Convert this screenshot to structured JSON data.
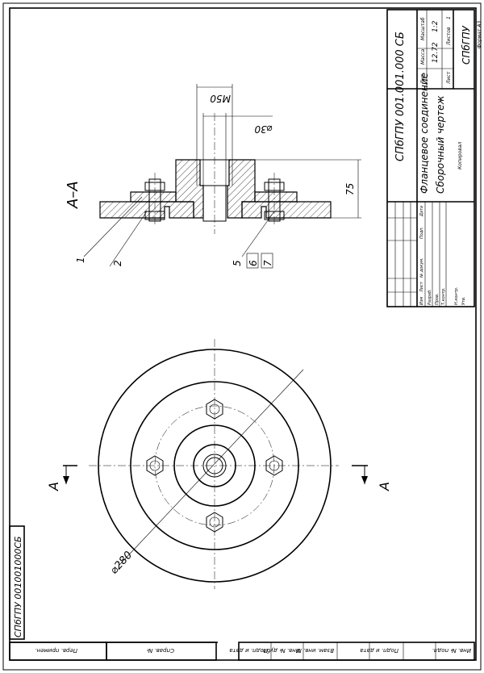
{
  "section_label": "А–А",
  "cut_marker_label": "А",
  "dimensions": {
    "thread": "M50",
    "bore": "⌀30",
    "height": "75",
    "outer_diameter": "⌀280"
  },
  "part_callouts": [
    "1",
    "2",
    "5",
    "6",
    "7"
  ],
  "title_block": {
    "designation": "СПбГПУ 001.001.000 СБ",
    "name_line1": "Фланцевое соединение",
    "name_line2": "Сборочный чертеж",
    "organization": "СПбГПУ",
    "col_lit": "Лит",
    "col_mass": "Масса",
    "col_scale": "Масштаб",
    "mass_value": "12.72",
    "scale_value": "1:2",
    "sheet_label": "Лист",
    "sheets_label": "Листов",
    "sheets_value": "1",
    "rows": [
      "Изм",
      "Лист",
      "№ докум.",
      "Подп.",
      "Дата"
    ],
    "roles": [
      "Разраб.",
      "Пров.",
      "Т.контр.",
      "Н.контр.",
      "Утв."
    ],
    "copied": "Копировал",
    "format": "Формат А3"
  },
  "side_stamp": "СПбГПУ 001001000СБ",
  "bottom_strip": [
    "Перв. примен.",
    "Справ. №",
    "Подп. и дата",
    "Инв. № дубл.",
    "Взам. инв. №",
    "Подп. и дата",
    "Инв. № подл."
  ]
}
